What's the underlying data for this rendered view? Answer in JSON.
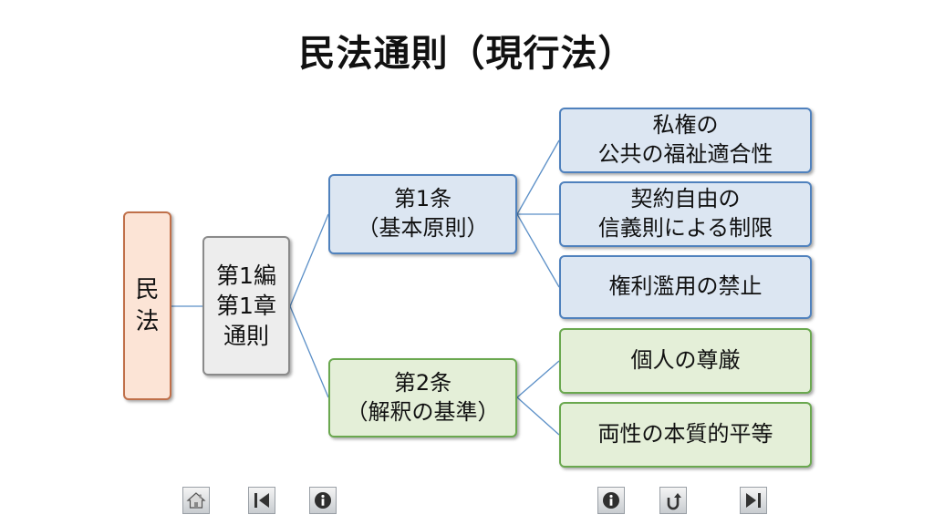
{
  "title": "民法通則（現行法）",
  "nodes": {
    "root": "民\n法",
    "chapter": "第1編\n第1章\n通則",
    "article1": "第1条\n（基本原則）",
    "article2": "第2条\n（解釈の基準）",
    "a1_item1": "私権の\n公共の福祉適合性",
    "a1_item2": "契約自由の\n信義則による制限",
    "a1_item3": "権利濫用の禁止",
    "a2_item1": "個人の尊厳",
    "a2_item2": "両性の本質的平等"
  },
  "colors": {
    "root": "#fce4d6",
    "chapter": "#ededed",
    "article1_group": "#dce6f2",
    "article2_group": "#e4efd8",
    "connector": "#5b8fc7"
  },
  "nav": [
    {
      "icon": "home-icon"
    },
    {
      "icon": "first-slide-icon"
    },
    {
      "icon": "info-icon"
    },
    {
      "icon": "info-icon"
    },
    {
      "icon": "return-icon"
    },
    {
      "icon": "last-slide-icon"
    }
  ]
}
